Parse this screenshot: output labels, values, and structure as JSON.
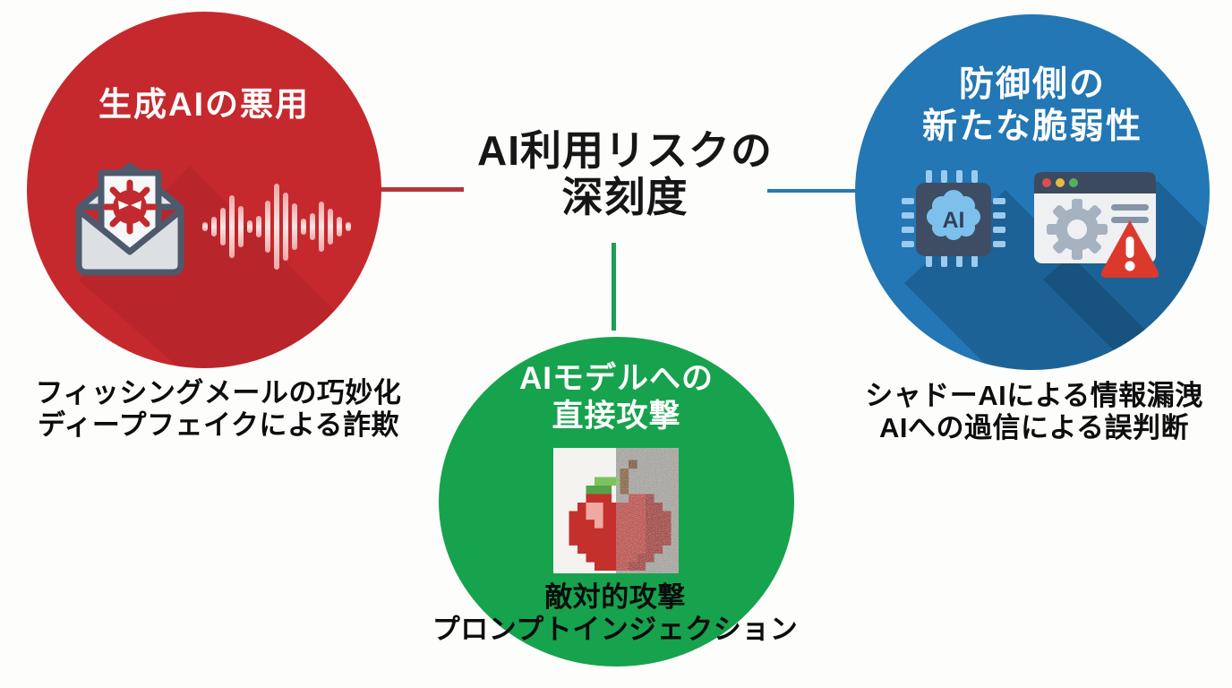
{
  "title": {
    "line1": "AI利用リスクの",
    "line2": "深刻度"
  },
  "colors": {
    "red": "#C5292E",
    "blue": "#2277B4",
    "green": "#17A24E",
    "ink": "#161616"
  },
  "nodes": {
    "misuse": {
      "title": "生成AIの悪用",
      "captions": [
        "フィッシングメールの巧妙化",
        "ディープフェイクによる詐欺"
      ],
      "icons": [
        "malware-email-icon",
        "voice-waveform-icon"
      ]
    },
    "defense": {
      "title_lines": [
        "防御側の",
        "新たな脆弱性"
      ],
      "captions": [
        "シャドーAIによる情報漏洩",
        "AIへの過信による誤判断"
      ],
      "icons": [
        "ai-chip-icon",
        "browser-warning-icon"
      ],
      "chip_label": "AI"
    },
    "attack": {
      "title_lines": [
        "AIモデルへの",
        "直接攻撃"
      ],
      "captions": [
        "敵対的攻撃",
        "プロンプトインジェクション"
      ],
      "icons": [
        "adversarial-apple-icon"
      ]
    }
  }
}
